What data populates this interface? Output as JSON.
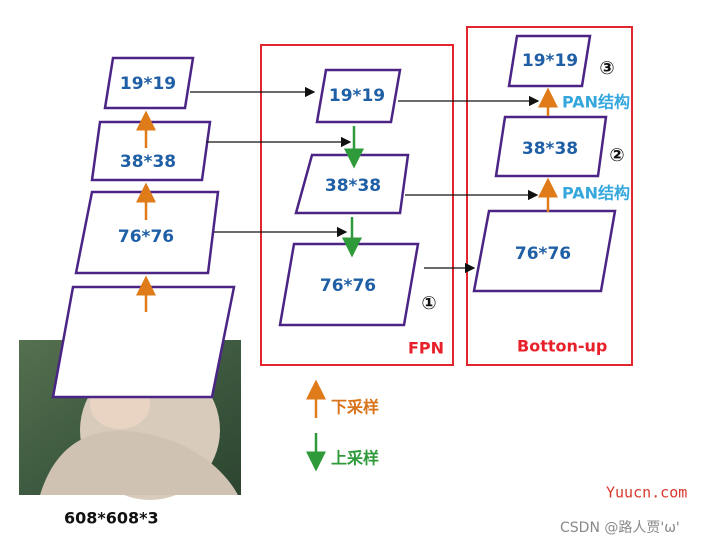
{
  "input": {
    "size_label": "608*608*3"
  },
  "backbone": {
    "layer_top": "19*19",
    "layer_mid": "38*38",
    "layer_bottom": "76*76"
  },
  "fpn": {
    "title": "FPN",
    "layer_top": "19*19",
    "layer_mid": "38*38",
    "layer_bottom": "76*76",
    "marker": "①"
  },
  "bottom_up": {
    "title": "Botton-up",
    "layer_top": "19*19",
    "layer_mid": "38*38",
    "layer_bottom": "76*76",
    "marker_top": "③",
    "marker_mid": "②",
    "pan_label_top": "PAN结构",
    "pan_label_mid": "PAN结构"
  },
  "legend": {
    "downsample": "下采样",
    "upsample": "上采样"
  },
  "watermark": {
    "site": "Yuucn.com",
    "credit": "CSDN @路人贾'ω'"
  },
  "colors": {
    "parallelogram_stroke": "#4b2486",
    "box_stroke": "#e3262d",
    "arrow_orange": "#e07b1a",
    "arrow_green": "#2f9a3a",
    "arrow_black": "#111111"
  }
}
